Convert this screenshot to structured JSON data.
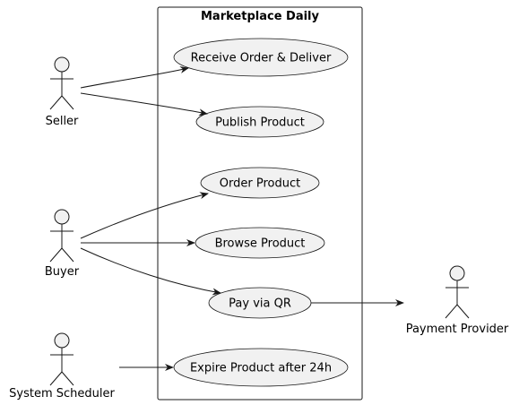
{
  "system": {
    "title": "Marketplace Daily"
  },
  "actors": {
    "seller": "Seller",
    "buyer": "Buyer",
    "scheduler": "System Scheduler",
    "payment_provider": "Payment Provider"
  },
  "use_cases": {
    "receive_order": "Receive Order & Deliver",
    "publish_product": "Publish Product",
    "order_product": "Order Product",
    "browse_product": "Browse Product",
    "pay_via_qr": "Pay via QR",
    "expire_product": "Expire Product after 24h"
  },
  "colors": {
    "actor_fill": "#f1f1f1",
    "usecase_fill": "#f1f1f1",
    "stroke": "#181818"
  }
}
